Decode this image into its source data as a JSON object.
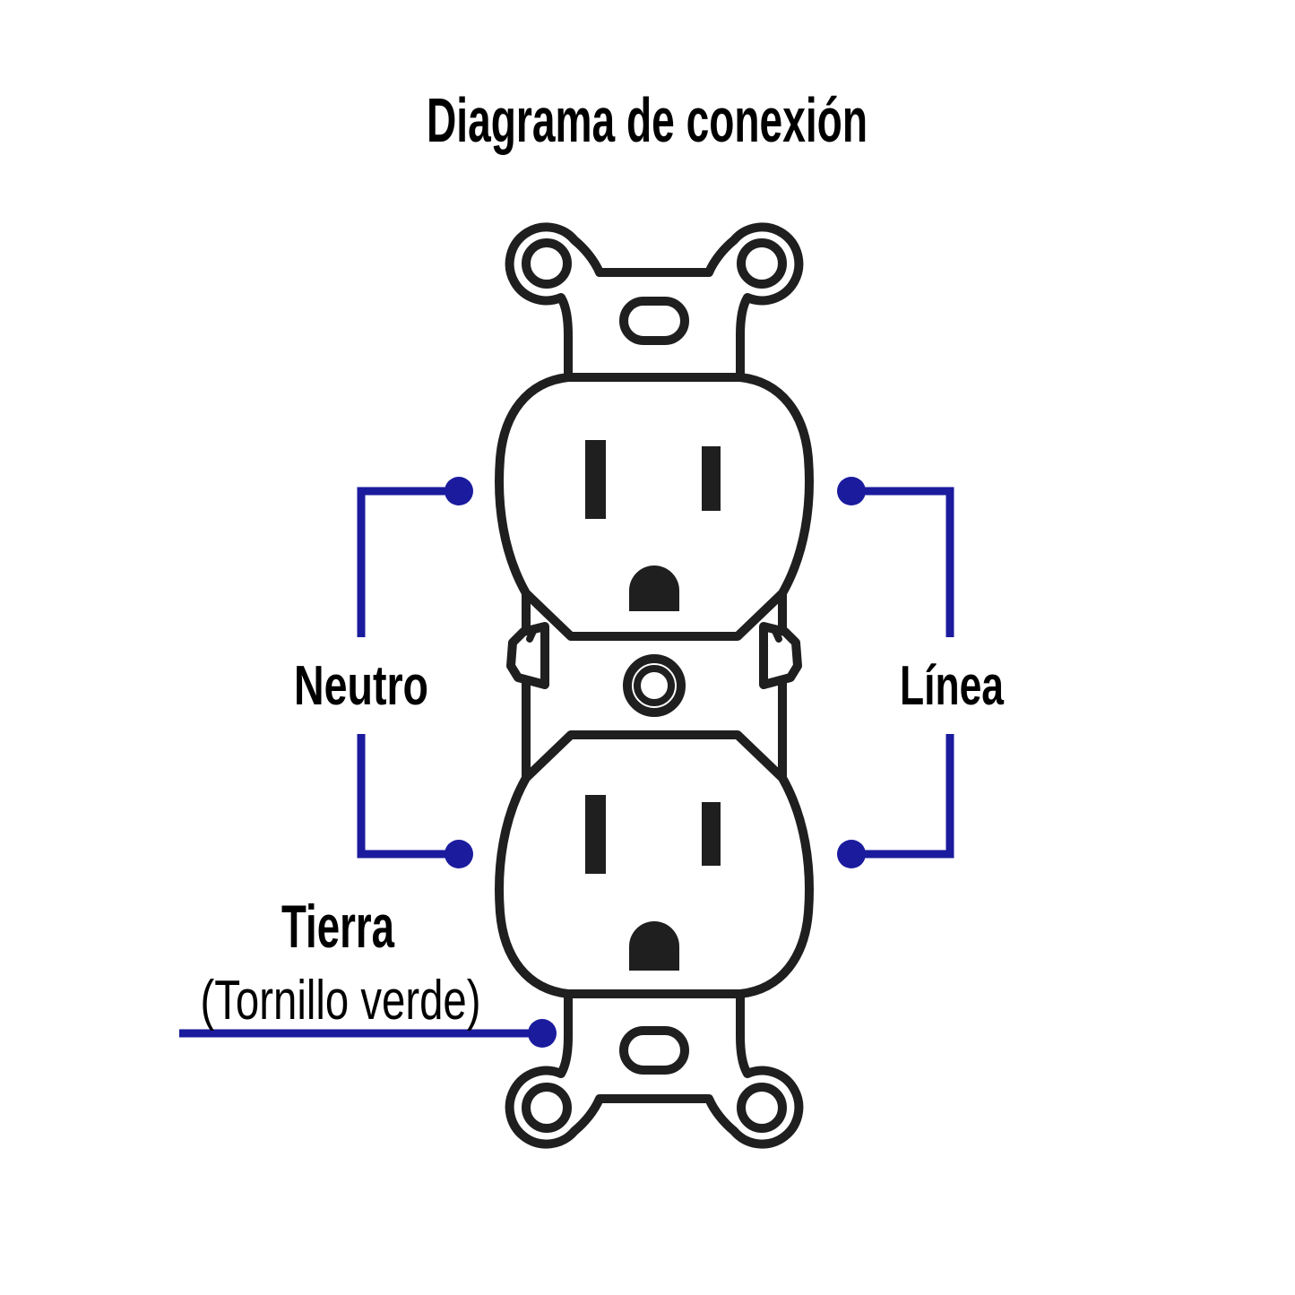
{
  "title": "Diagrama de conexión",
  "connections": {
    "neutral": {
      "label": "Neutro",
      "side": "left",
      "terminal_dots": 2
    },
    "line": {
      "label": "Línea",
      "side": "right",
      "terminal_dots": 2
    },
    "ground": {
      "label": "Tierra",
      "note": "(Tornillo verde)",
      "side": "bottom-left",
      "terminal_dots": 1
    }
  },
  "figure": {
    "icon": "duplex-receptacle-front-view-icon",
    "receptacle_faces": 2,
    "slots_per_face": [
      "neutral-slot",
      "hot-slot",
      "ground-hole"
    ]
  },
  "colors": {
    "connector_blue": "#1b1b9e",
    "artwork_ink": "#1f1f1f",
    "text": "#000000",
    "background": "#ffffff"
  }
}
